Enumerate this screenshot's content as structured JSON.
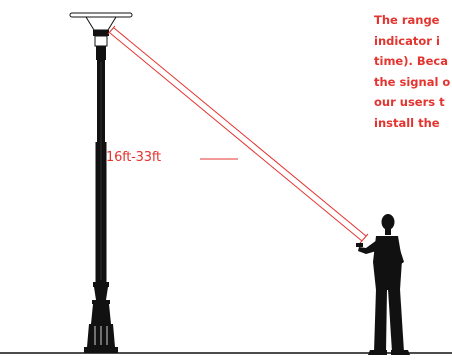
{
  "callout": {
    "lines": [
      "The range",
      "indicator i",
      "time). Beca",
      "the signal o",
      "our users t",
      "install the"
    ]
  },
  "distance_label": "16ft-33ft",
  "colors": {
    "accent": "#e3342f",
    "ink": "#111111",
    "background": "#ffffff"
  }
}
